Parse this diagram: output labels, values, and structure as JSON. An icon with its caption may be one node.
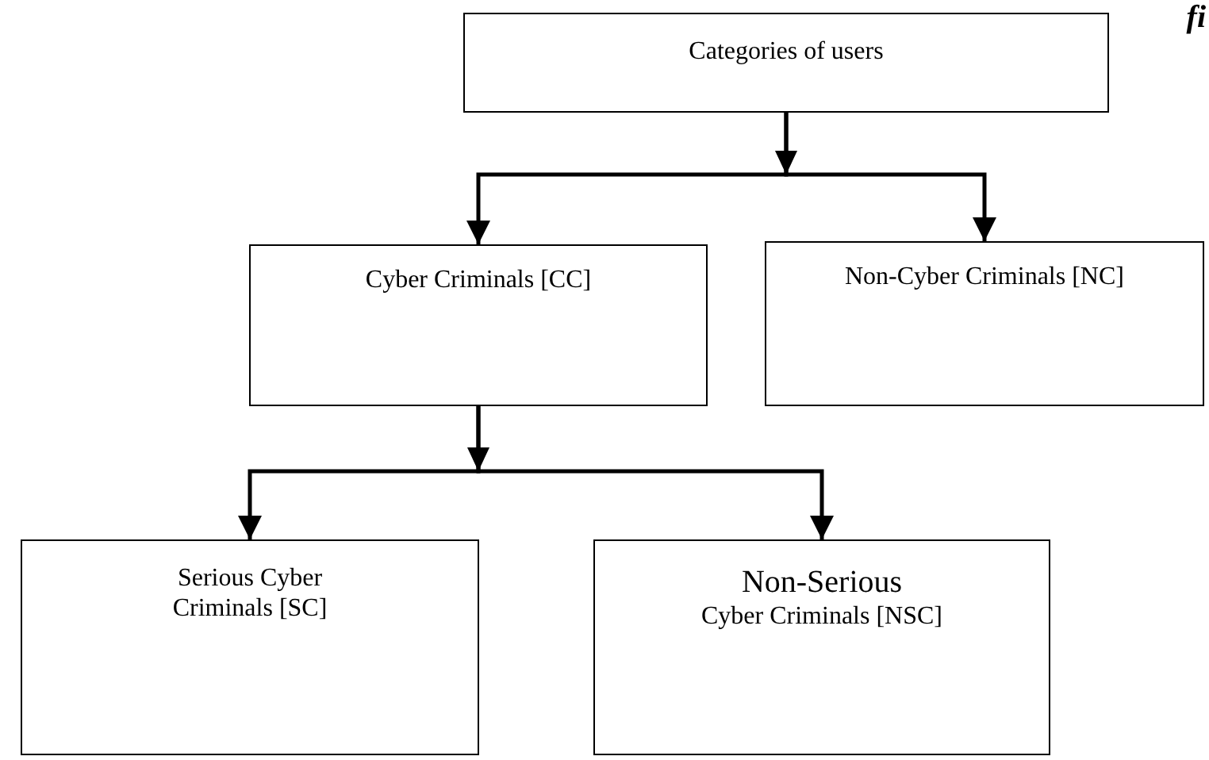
{
  "diagram": {
    "nodes": [
      {
        "text": [
          "Categories of  users"
        ]
      },
      {
        "text": [
          "Cyber Criminals [CC]"
        ]
      },
      {
        "text": [
          "Non-Cyber Criminals [NC]"
        ]
      },
      {
        "text": [
          "Serious Cyber Criminals [SC]"
        ]
      },
      {
        "text": [
          "Non-Serious",
          "Cyber Criminals [NSC]"
        ]
      }
    ],
    "edges": [
      {
        "from": 0,
        "to": 1,
        "arrow": "to"
      },
      {
        "from": 0,
        "to": 2,
        "arrow": "to"
      },
      {
        "from": 1,
        "to": 3,
        "arrow": "to"
      },
      {
        "from": 1,
        "to": 4,
        "arrow": "to"
      }
    ],
    "labels": [
      "fi"
    ]
  }
}
